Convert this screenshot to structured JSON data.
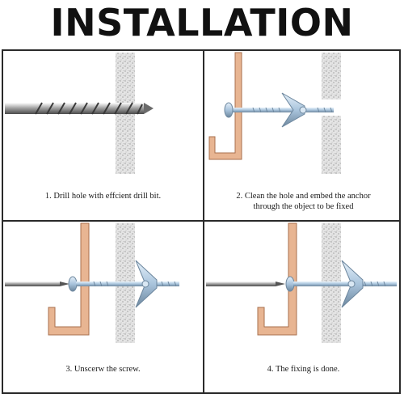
{
  "title": "INSTALLATION",
  "steps": [
    {
      "caption": "1. Drill hole with effcient drill bit."
    },
    {
      "caption_line1": "2. Clean the hole and embed the anchor",
      "caption_line2": "through the object to be fixed"
    },
    {
      "caption": "3. Unscerw the screw."
    },
    {
      "caption": "4. The fixing is done."
    }
  ],
  "colors": {
    "wall": "#e6e6e6",
    "wood": "#e8b592",
    "wood_edge": "#a8704e",
    "metal": "#b9d3e8",
    "metal_dark": "#7d97ae",
    "border": "#2a2a2a"
  }
}
